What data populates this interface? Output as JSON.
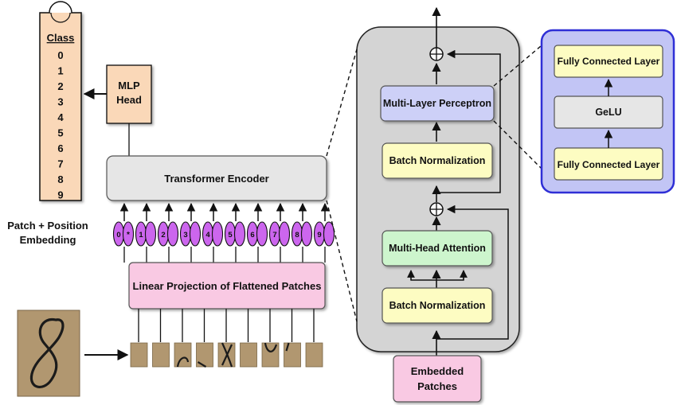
{
  "class_scroll": {
    "header": "Class",
    "items": [
      "0",
      "1",
      "2",
      "3",
      "4",
      "5",
      "6",
      "7",
      "8",
      "9"
    ]
  },
  "mlp_head": {
    "line1": "MLP",
    "line2": "Head"
  },
  "transformer_encoder": {
    "label": "Transformer Encoder"
  },
  "embedding_label": {
    "line1": "Patch + Position",
    "line2": "Embedding"
  },
  "tokens": {
    "position_labels": [
      "0",
      "1",
      "2",
      "3",
      "4",
      "5",
      "6",
      "7",
      "8",
      "9"
    ],
    "class_token_marker": "*"
  },
  "linear_projection": {
    "label": "Linear Projection of Flattened Patches"
  },
  "encoder_block": {
    "mlp": "Multi-Layer Perceptron",
    "batch_norm_top": "Batch Normalization",
    "attention": "Multi-Head Attention",
    "batch_norm_bottom": "Batch Normalization",
    "input_line1": "Embedded",
    "input_line2": "Patches"
  },
  "mlp_detail": {
    "fc_top": "Fully Connected Layer",
    "activation": "GeLU",
    "fc_bottom": "Fully Connected Layer"
  },
  "colors": {
    "token_fill": "#cc66ee",
    "projection_fill": "#f9c9e3",
    "mlp_head_fill": "#fad8b8",
    "class_scroll_fill": "#fad8b8",
    "encoder_gray": "#e6e6e6",
    "block_gray": "#d4d4d4",
    "batch_norm_fill": "#fdfcc2",
    "attention_fill": "#cdf5cd",
    "mlp_fill": "#cdd0f7",
    "detail_panel_fill": "#c2c5f5",
    "detail_panel_border": "#2f2fd6",
    "patch_fill": "#b19770"
  }
}
